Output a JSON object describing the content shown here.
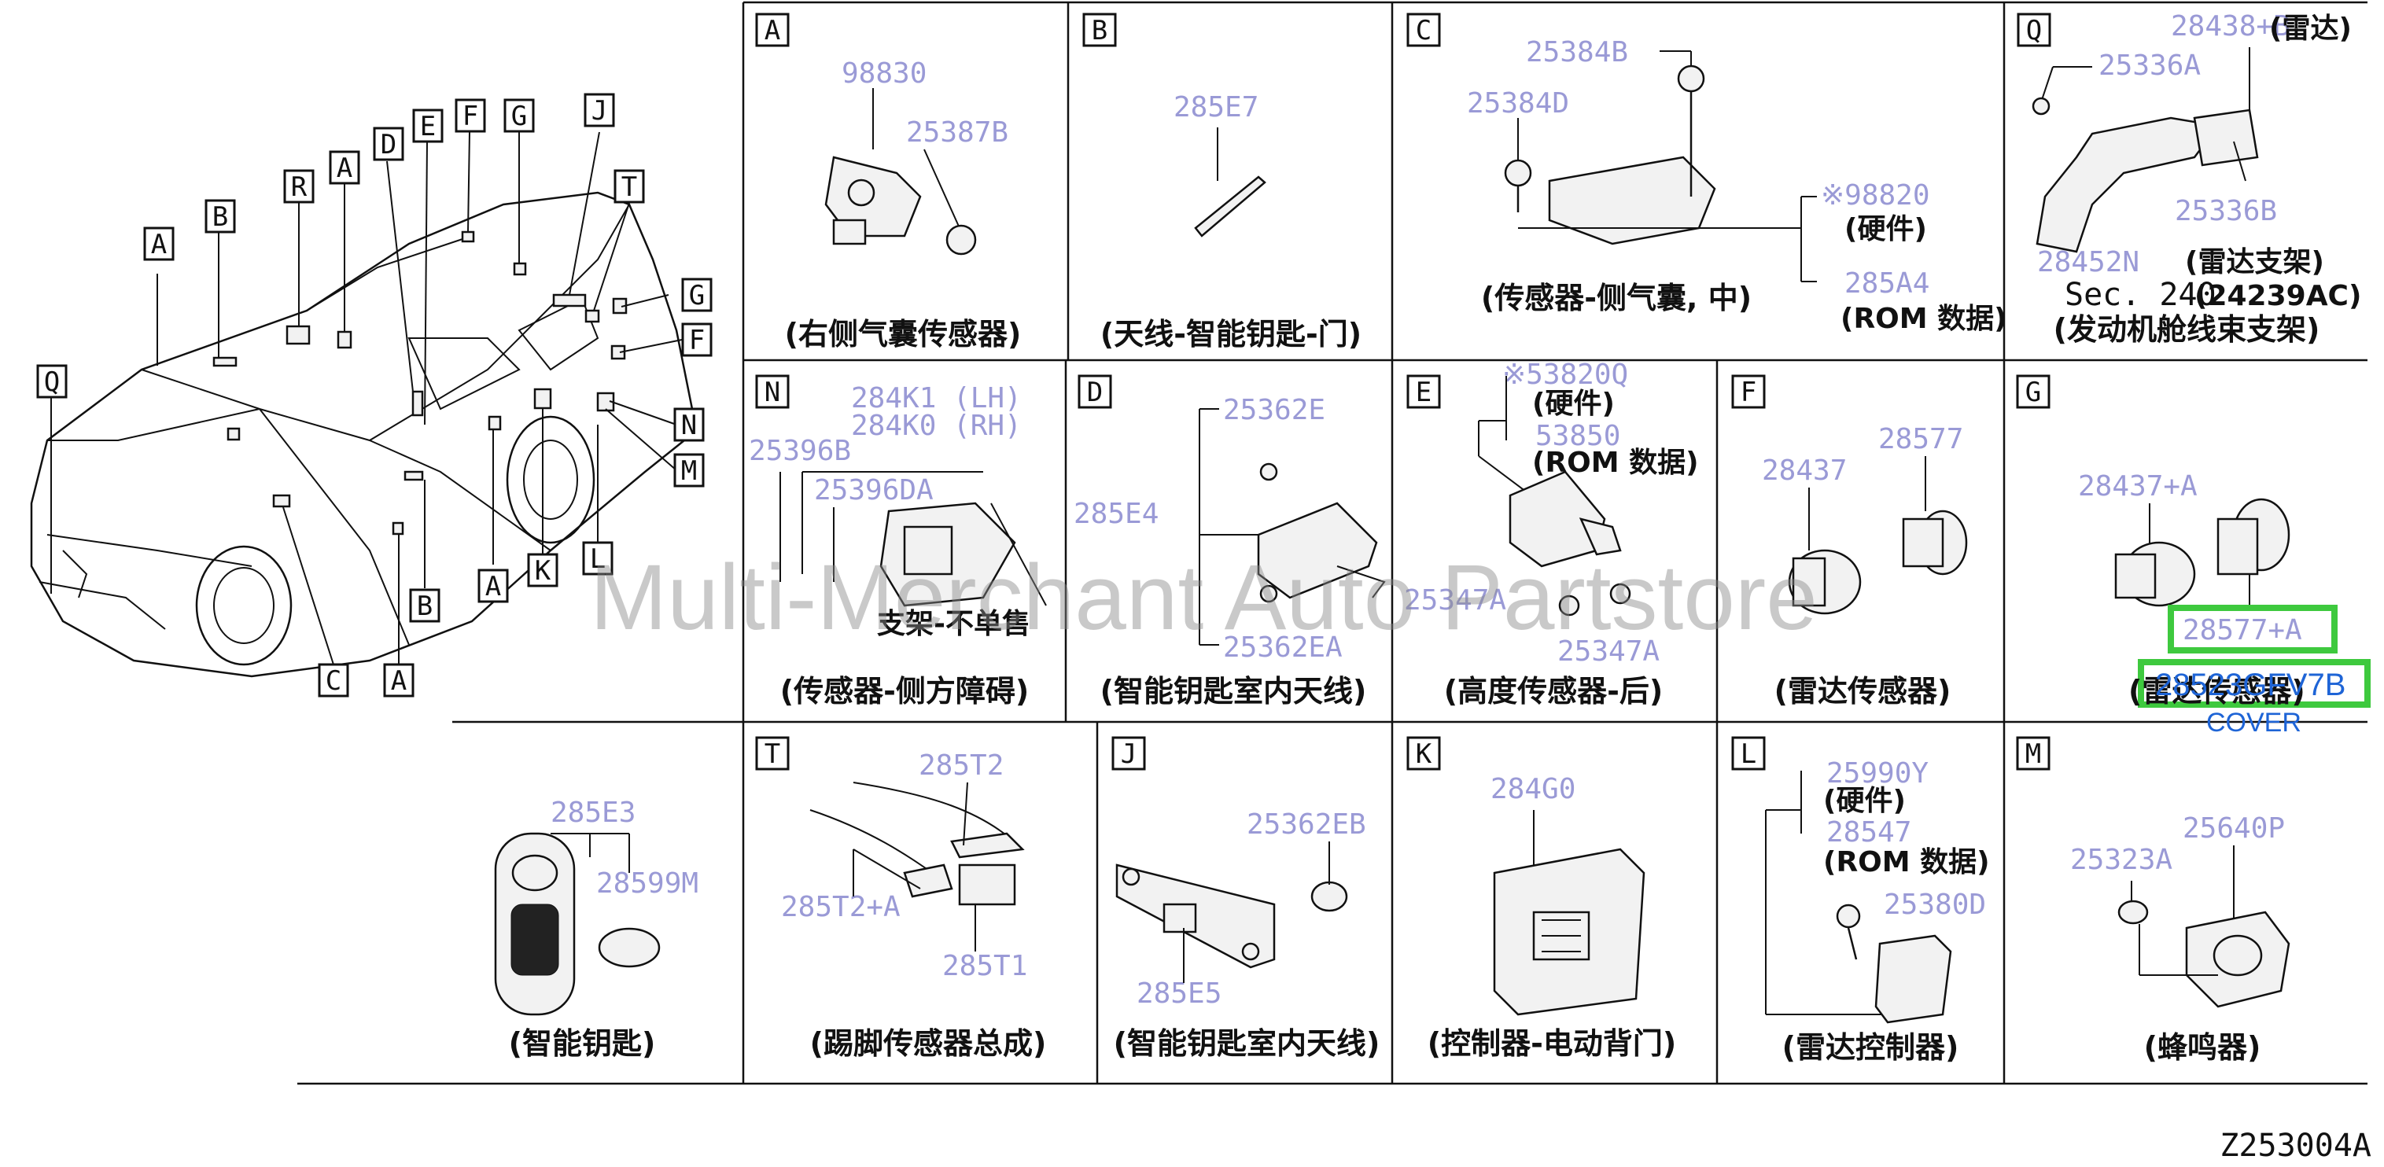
{
  "diagram_id": "Z253004A",
  "watermark": "Multi-Merchant Auto Partstore",
  "car_callouts": [
    "Q",
    "A",
    "B",
    "R",
    "A",
    "D",
    "E",
    "F",
    "G",
    "J",
    "T",
    "G",
    "F",
    "N",
    "M",
    "L",
    "K",
    "A",
    "B",
    "C",
    "A"
  ],
  "panels": {
    "A": {
      "letter": "A",
      "parts": [
        "98830",
        "25387B"
      ],
      "caption": "(右侧气囊传感器)"
    },
    "B": {
      "letter": "B",
      "parts": [
        "285E7"
      ],
      "caption": "(天线-智能钥匙-门)"
    },
    "C": {
      "letter": "C",
      "parts": [
        "25384B",
        "25384D",
        "※98820",
        "(硬件)",
        "285A4",
        "(ROM 数据)"
      ],
      "caption": "(传感器-侧气囊, 中)"
    },
    "Q": {
      "letter": "Q",
      "parts": [
        "28438+B",
        "(雷达)",
        "25336A",
        "25336B",
        "28452N",
        "(雷达支架)",
        "Sec. 240",
        "(24239AC)"
      ],
      "caption": "(发动机舱线束支架)"
    },
    "N": {
      "letter": "N",
      "parts": [
        "284K1 (LH)",
        "284K0 (RH)",
        "25396B",
        "25396DA"
      ],
      "note": "支架-不单售",
      "caption": "(传感器-侧方障碍)"
    },
    "D": {
      "letter": "D",
      "parts": [
        "25362E",
        "285E4",
        "25362EA"
      ],
      "caption": "(智能钥匙室内天线)"
    },
    "E": {
      "letter": "E",
      "parts": [
        "※53820Q",
        "(硬件)",
        "53850",
        "(ROM 数据)",
        "25347A",
        "25347A"
      ],
      "caption": "(高度传感器-后)"
    },
    "F": {
      "letter": "F",
      "parts": [
        "28437",
        "28577"
      ],
      "caption": "(雷达传感器)"
    },
    "G": {
      "letter": "G",
      "parts": [
        "28437+A",
        "28577+A",
        "28523GFV7B"
      ],
      "cover": "COVER",
      "caption": "(雷达传感器)"
    },
    "KEY": {
      "parts": [
        "285E3",
        "28599M"
      ],
      "caption": "(智能钥匙)"
    },
    "T": {
      "letter": "T",
      "parts": [
        "285T2",
        "285T2+A",
        "285T1"
      ],
      "caption": "(踢脚传感器总成)"
    },
    "J": {
      "letter": "J",
      "parts": [
        "25362EB",
        "285E5"
      ],
      "caption": "(智能钥匙室内天线)"
    },
    "K": {
      "letter": "K",
      "parts": [
        "284G0"
      ],
      "caption": "(控制器-电动背门)"
    },
    "L": {
      "letter": "L",
      "parts": [
        "25990Y",
        "(硬件)",
        "28547",
        "(ROM 数据)",
        "25380D"
      ],
      "caption": "(雷达控制器)"
    },
    "M": {
      "letter": "M",
      "parts": [
        "25640P",
        "25323A"
      ],
      "caption": "(蜂鸣器)"
    }
  }
}
